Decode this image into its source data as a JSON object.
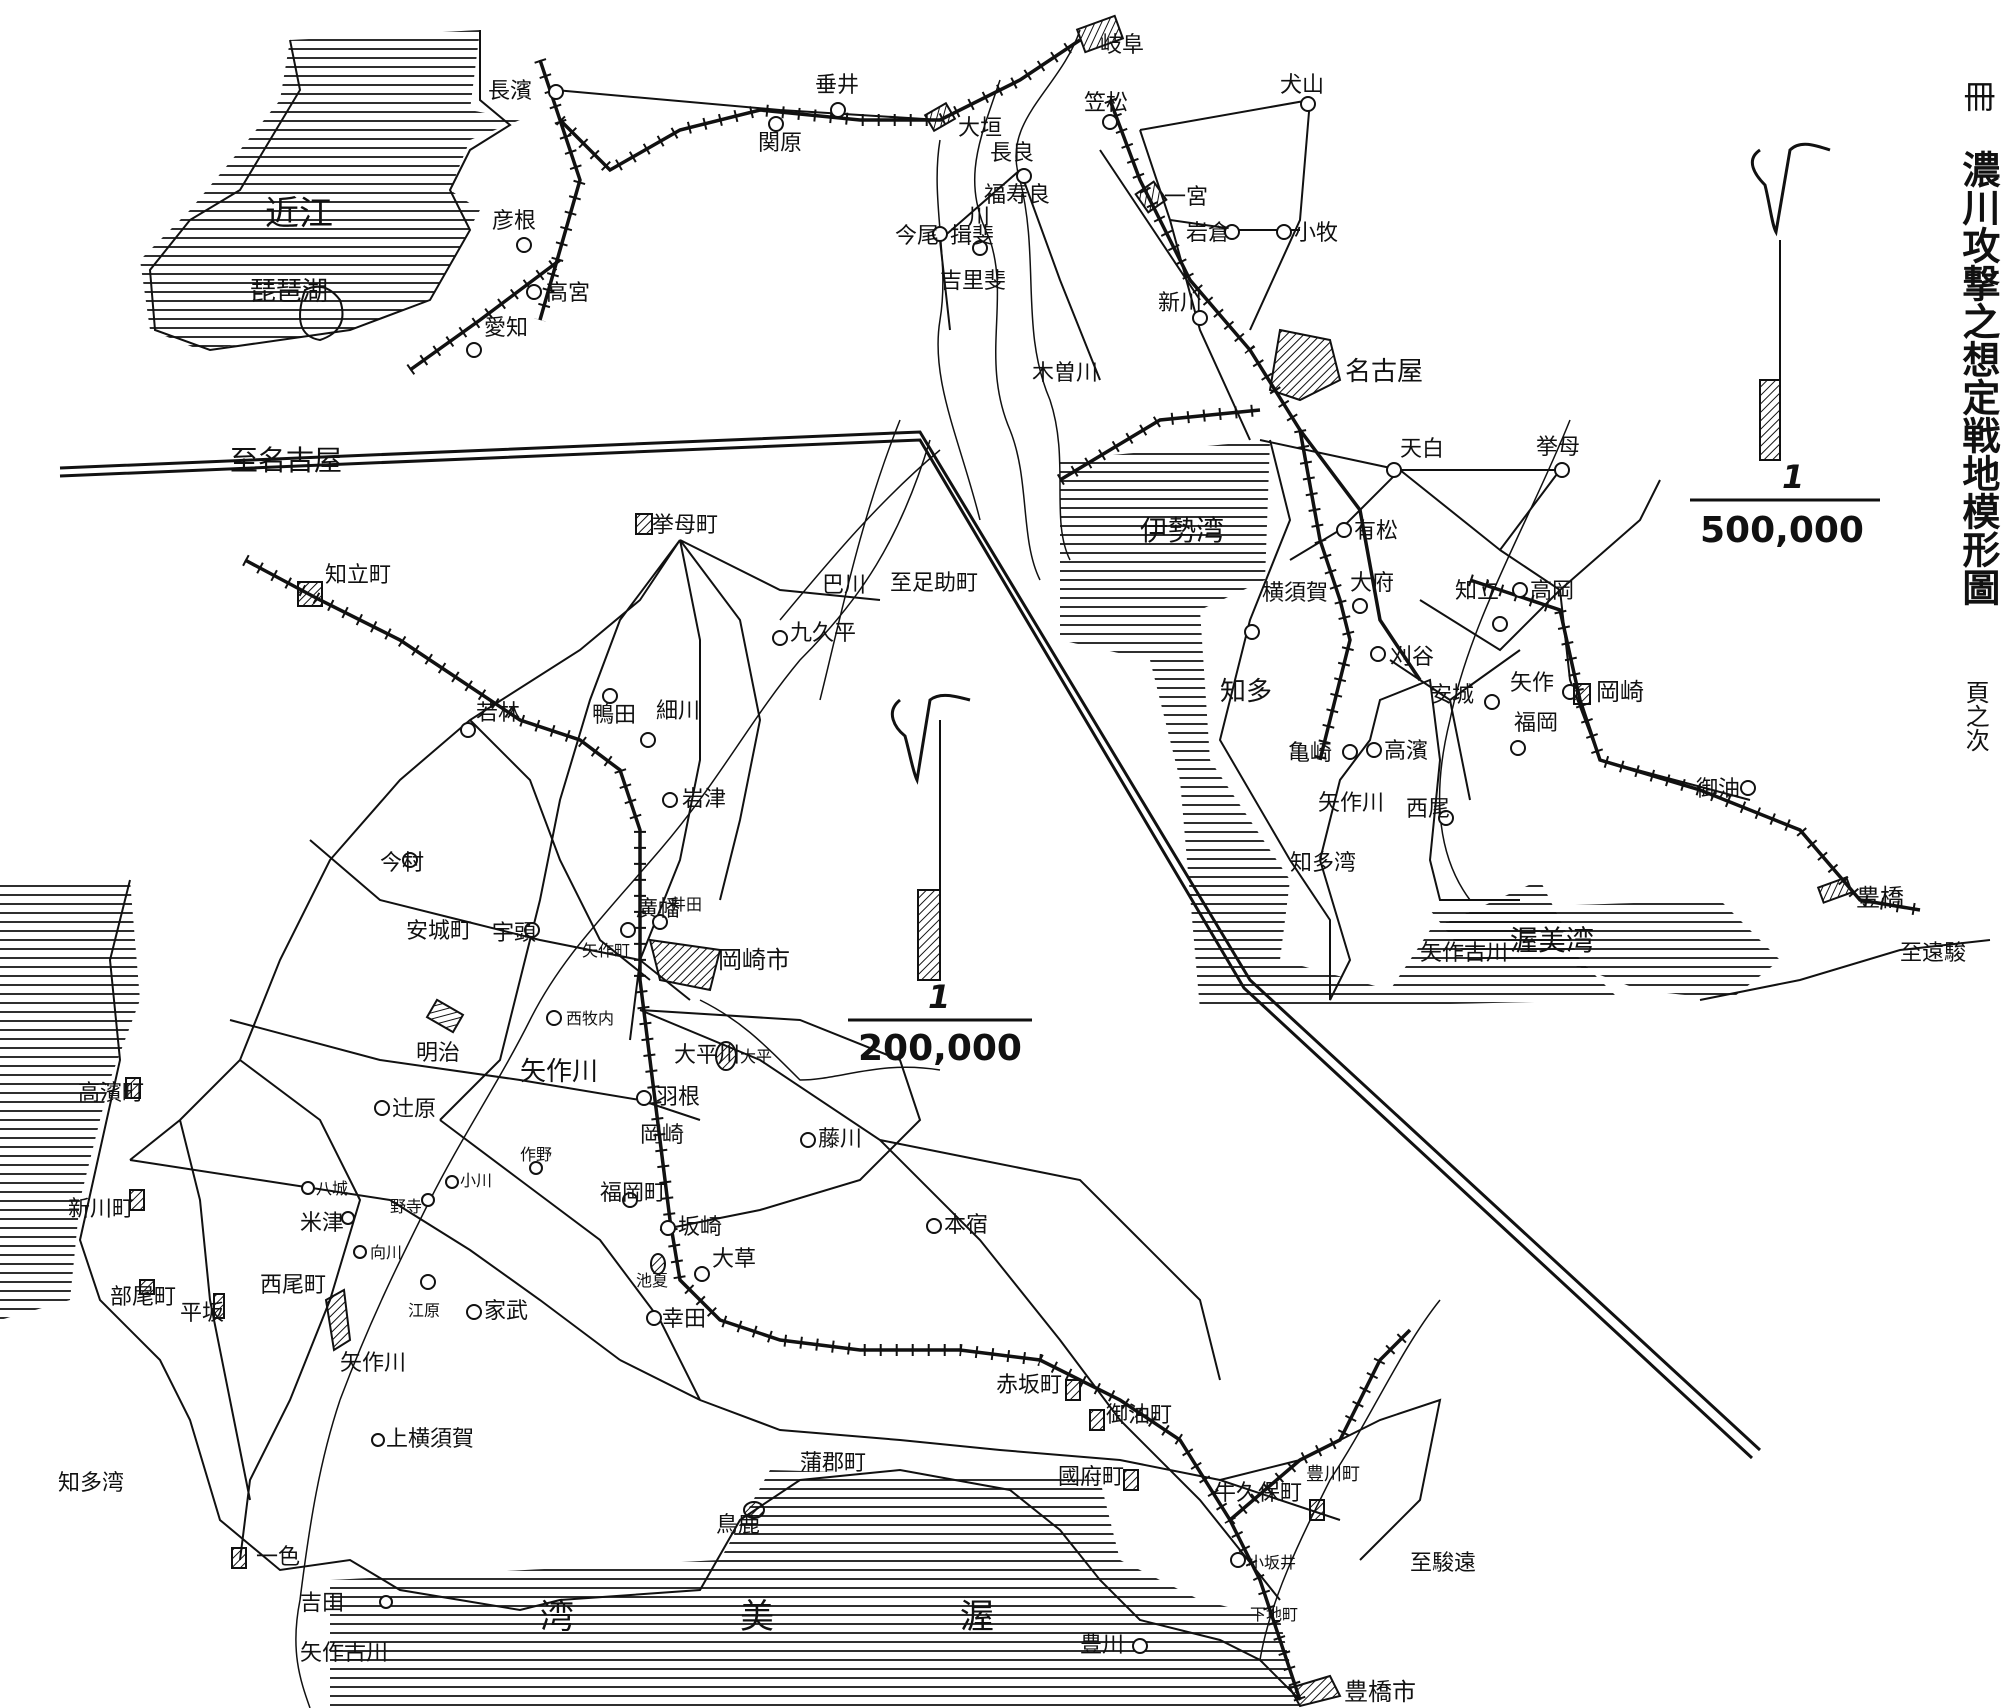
{
  "title_fragments": [
    "冊",
    "濃川攻撃之想定戦地模形圖",
    "頁之次"
  ],
  "inset_small": {
    "scale_numerator": "1",
    "scale_denominator": "500,000",
    "places": [
      {
        "name": "長濱",
        "kind": "town"
      },
      {
        "name": "垂井",
        "kind": "town"
      },
      {
        "name": "関原",
        "kind": "town"
      },
      {
        "name": "大垣",
        "kind": "city"
      },
      {
        "name": "岐阜",
        "kind": "city"
      },
      {
        "name": "笠松",
        "kind": "town"
      },
      {
        "name": "犬山",
        "kind": "town"
      },
      {
        "name": "長良",
        "kind": "label"
      },
      {
        "name": "福寿良",
        "kind": "town"
      },
      {
        "name": "一宮",
        "kind": "city"
      },
      {
        "name": "岩倉",
        "kind": "town"
      },
      {
        "name": "小牧",
        "kind": "town"
      },
      {
        "name": "今尾",
        "kind": "town"
      },
      {
        "name": "揖斐",
        "kind": "label"
      },
      {
        "name": "吉里斐",
        "kind": "label"
      },
      {
        "name": "彦根",
        "kind": "town"
      },
      {
        "name": "高宮",
        "kind": "town"
      },
      {
        "name": "愛知",
        "kind": "label"
      },
      {
        "name": "新川",
        "kind": "town"
      },
      {
        "name": "名古屋",
        "kind": "city"
      },
      {
        "name": "天白",
        "kind": "town"
      },
      {
        "name": "有松",
        "kind": "town"
      },
      {
        "name": "挙母",
        "kind": "town"
      },
      {
        "name": "高岡",
        "kind": "town"
      },
      {
        "name": "知立",
        "kind": "town"
      },
      {
        "name": "大府",
        "kind": "town"
      },
      {
        "name": "刈谷",
        "kind": "town"
      },
      {
        "name": "矢作",
        "kind": "town"
      },
      {
        "name": "岡崎",
        "kind": "city"
      },
      {
        "name": "安城",
        "kind": "town"
      },
      {
        "name": "福岡",
        "kind": "town"
      },
      {
        "name": "高濱",
        "kind": "town"
      },
      {
        "name": "亀崎",
        "kind": "town"
      },
      {
        "name": "横須賀",
        "kind": "town"
      },
      {
        "name": "西尾",
        "kind": "town"
      },
      {
        "name": "御油",
        "kind": "town"
      },
      {
        "name": "豊橋",
        "kind": "city"
      },
      {
        "name": "木曽川",
        "kind": "label"
      },
      {
        "name": "川",
        "kind": "label"
      },
      {
        "name": "近江",
        "kind": "label"
      },
      {
        "name": "琵琶湖",
        "kind": "label"
      },
      {
        "name": "伊勢湾",
        "kind": "label"
      },
      {
        "name": "知多",
        "kind": "label"
      },
      {
        "name": "知多湾",
        "kind": "label"
      },
      {
        "name": "矢作川",
        "kind": "label"
      },
      {
        "name": "矢作古川",
        "kind": "label"
      },
      {
        "name": "渥美湾",
        "kind": "label"
      },
      {
        "name": "至遠駿",
        "kind": "label"
      }
    ]
  },
  "inset_large": {
    "scale_numerator": "1",
    "scale_denominator": "200,000",
    "places": [
      {
        "name": "挙母町",
        "kind": "city"
      },
      {
        "name": "巴川",
        "kind": "label"
      },
      {
        "name": "至足助町",
        "kind": "label"
      },
      {
        "name": "九久平",
        "kind": "town"
      },
      {
        "name": "至名古屋",
        "kind": "label"
      },
      {
        "name": "知立町",
        "kind": "city"
      },
      {
        "name": "若林",
        "kind": "town"
      },
      {
        "name": "鴨田",
        "kind": "town"
      },
      {
        "name": "細川",
        "kind": "town"
      },
      {
        "name": "岩津",
        "kind": "town"
      },
      {
        "name": "今村",
        "kind": "town"
      },
      {
        "name": "宇頭",
        "kind": "town"
      },
      {
        "name": "安城町",
        "kind": "label"
      },
      {
        "name": "矢作町",
        "kind": "label"
      },
      {
        "name": "廣幡",
        "kind": "town"
      },
      {
        "name": "井田",
        "kind": "town"
      },
      {
        "name": "岡崎市",
        "kind": "city"
      },
      {
        "name": "明治",
        "kind": "city"
      },
      {
        "name": "西牧内",
        "kind": "town"
      },
      {
        "name": "大平",
        "kind": "town"
      },
      {
        "name": "大平川",
        "kind": "label"
      },
      {
        "name": "羽根",
        "kind": "town"
      },
      {
        "name": "岡崎",
        "kind": "label"
      },
      {
        "name": "矢作川",
        "kind": "label"
      },
      {
        "name": "高濱町",
        "kind": "label"
      },
      {
        "name": "辻原",
        "kind": "town"
      },
      {
        "name": "藤川",
        "kind": "town"
      },
      {
        "name": "八城",
        "kind": "town"
      },
      {
        "name": "小川",
        "kind": "town"
      },
      {
        "name": "野寺",
        "kind": "town"
      },
      {
        "name": "作野",
        "kind": "town"
      },
      {
        "name": "新川町",
        "kind": "label"
      },
      {
        "name": "米津",
        "kind": "label"
      },
      {
        "name": "福岡町",
        "kind": "label"
      },
      {
        "name": "坂崎",
        "kind": "town"
      },
      {
        "name": "向川",
        "kind": "town"
      },
      {
        "name": "本宿",
        "kind": "town"
      },
      {
        "name": "大草",
        "kind": "town"
      },
      {
        "name": "池夏",
        "kind": "town"
      },
      {
        "name": "西尾町",
        "kind": "city"
      },
      {
        "name": "平坂",
        "kind": "city"
      },
      {
        "name": "部尾町",
        "kind": "city"
      },
      {
        "name": "江原",
        "kind": "town"
      },
      {
        "name": "家武",
        "kind": "town"
      },
      {
        "name": "幸田",
        "kind": "town"
      },
      {
        "name": "矢作川",
        "kind": "label"
      },
      {
        "name": "赤坂町",
        "kind": "city"
      },
      {
        "name": "御油町",
        "kind": "city"
      },
      {
        "name": "上横須賀",
        "kind": "town"
      },
      {
        "name": "蒲郡町",
        "kind": "label"
      },
      {
        "name": "國府町",
        "kind": "city"
      },
      {
        "name": "豊川町",
        "kind": "label"
      },
      {
        "name": "牛久保町",
        "kind": "city"
      },
      {
        "name": "鳥鹿",
        "kind": "city"
      },
      {
        "name": "一色",
        "kind": "city"
      },
      {
        "name": "知多湾",
        "kind": "label"
      },
      {
        "name": "小坂井",
        "kind": "town"
      },
      {
        "name": "至駿遠",
        "kind": "label"
      },
      {
        "name": "吉田",
        "kind": "town"
      },
      {
        "name": "矢作古川",
        "kind": "label"
      },
      {
        "name": "下地町",
        "kind": "label"
      },
      {
        "name": "豊川",
        "kind": "town"
      },
      {
        "name": "豊橋市",
        "kind": "city"
      },
      {
        "name": "渥",
        "kind": "label"
      },
      {
        "name": "美",
        "kind": "label"
      },
      {
        "name": "湾",
        "kind": "label"
      }
    ]
  }
}
